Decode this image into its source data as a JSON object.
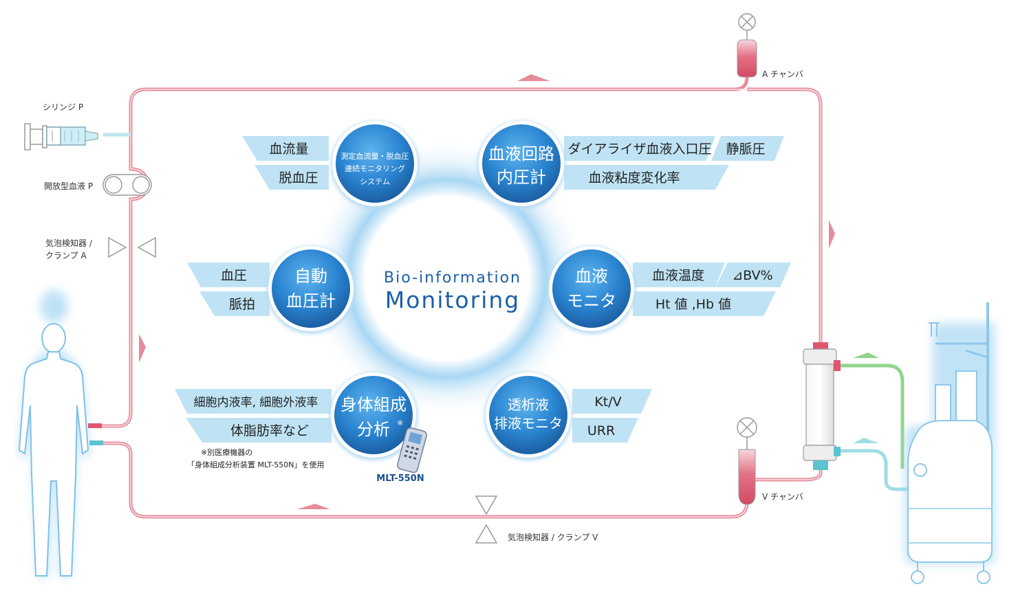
{
  "center": {
    "line1": "Bio-information",
    "line2": "Monitoring"
  },
  "labels": {
    "syringe": "シリンジ P",
    "open_blood": "開放型血液 P",
    "bubble_a_1": "気泡検知器 /",
    "bubble_a_2": "クランプ A",
    "a_chamber": "A チャンバ",
    "v_chamber": "V チャンバ",
    "bubble_v": "気泡検知器 / クランプ V"
  },
  "modules": {
    "flow": {
      "title_lines": [
        "測定血流量・脱血圧",
        "連続モニタリング",
        "システム"
      ],
      "tags": [
        "血流量",
        "脱血圧"
      ]
    },
    "pressure": {
      "title_lines": [
        "血液回路",
        "内圧計"
      ],
      "tags": [
        "ダイアライザ血液入口圧",
        "静脈圧",
        "血液粘度変化率"
      ]
    },
    "bp": {
      "title_lines": [
        "自動",
        "血圧計"
      ],
      "tags": [
        "血圧",
        "脈拍"
      ]
    },
    "blood": {
      "title_lines": [
        "血液",
        "モニタ"
      ],
      "tags": [
        "血液温度",
        "⊿BV%",
        "Ht 値 ,Hb 値"
      ]
    },
    "body": {
      "title_lines": [
        "身体組成",
        "分析"
      ],
      "mark": "※",
      "tags": [
        "細胞内液率, 細胞外液率",
        "体脂肪率など"
      ],
      "note_lines": [
        "※別医療機器の",
        "「身体組成分析装置 MLT-550N」を使用"
      ],
      "device": "MLT-550N"
    },
    "dialysate": {
      "title_lines": [
        "透析液",
        "排液モニタ"
      ],
      "tags": [
        "Kt/V",
        "URR"
      ]
    }
  },
  "colors": {
    "circuit_red": "#e58c9a",
    "circuit_light": "#f2c3cb",
    "circle_blue": "#2c8ad6",
    "tag_blue": "#bfe3f4",
    "green_line": "#8fd48c",
    "cyan_line": "#9edde3",
    "ring_glow": "#9fd2f2"
  }
}
